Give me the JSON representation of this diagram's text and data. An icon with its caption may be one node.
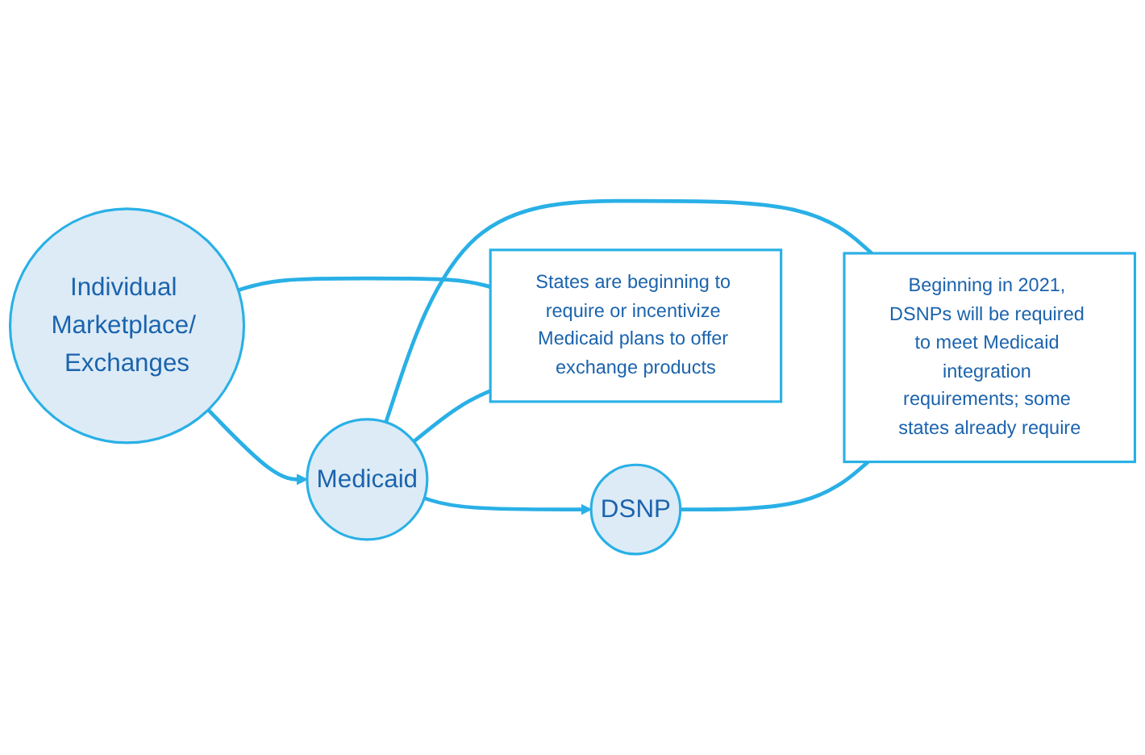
{
  "diagram": {
    "nodes": [
      {
        "text": [
          "Individual Marketplace/ Exchanges"
        ]
      },
      {
        "text": [
          "Medicaid"
        ]
      },
      {
        "text": [
          "DSNP"
        ]
      },
      {
        "text": [
          "States are beginning to require or incentivize Medicaid plans to offer exchange products"
        ]
      },
      {
        "text": [
          "Beginning in 2021, DSNPs will be required to meet Medicaid integration requirements; some states already require"
        ]
      }
    ],
    "edges": [
      {
        "from": 0,
        "to": 1,
        "arrow": "to"
      },
      {
        "from": 1,
        "to": 2,
        "arrow": "to"
      },
      {
        "from": 0,
        "to": 3,
        "arrow": "none"
      },
      {
        "from": 1,
        "to": 3,
        "arrow": "none"
      },
      {
        "from": 1,
        "to": 4,
        "arrow": "none"
      },
      {
        "from": 2,
        "to": 4,
        "arrow": "none"
      }
    ]
  }
}
